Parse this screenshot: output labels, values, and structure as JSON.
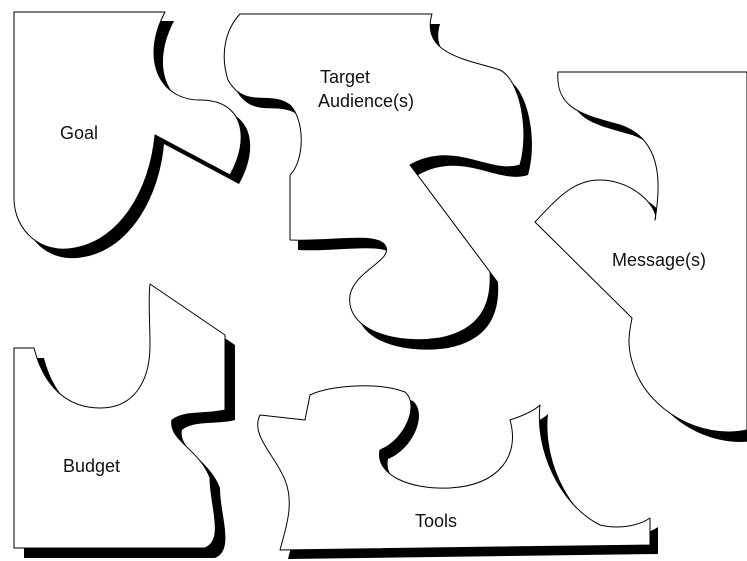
{
  "pieces": {
    "goal": {
      "label": "Goal"
    },
    "target": {
      "label_line1": "Target",
      "label_line2": "Audience(s)"
    },
    "message": {
      "label": "Message(s)"
    },
    "budget": {
      "label": "Budget"
    },
    "tools": {
      "label": "Tools"
    }
  },
  "colors": {
    "piece_fill": "#ffffff",
    "outline": "#000000",
    "shadow": "#000000"
  }
}
